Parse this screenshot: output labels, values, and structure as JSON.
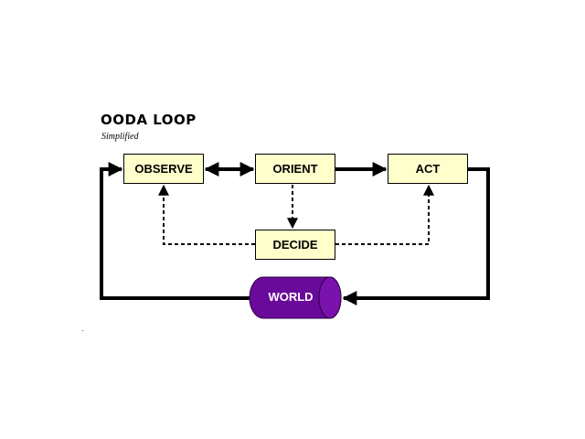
{
  "title": "OODA LOOP",
  "subtitle": "Simplified",
  "nodes": {
    "observe": {
      "label": "OBSERVE"
    },
    "orient": {
      "label": "ORIENT"
    },
    "act": {
      "label": "ACT"
    },
    "decide": {
      "label": "DECIDE"
    },
    "world": {
      "label": "WORLD"
    }
  },
  "edges": [
    {
      "from": "observe",
      "to": "orient",
      "style": "solid",
      "bidirectional": true
    },
    {
      "from": "orient",
      "to": "act",
      "style": "solid",
      "bidirectional": false
    },
    {
      "from": "orient",
      "to": "decide",
      "style": "dashed",
      "bidirectional": false
    },
    {
      "from": "decide",
      "to": "observe",
      "style": "dashed",
      "bidirectional": false
    },
    {
      "from": "decide",
      "to": "act",
      "style": "dashed",
      "bidirectional": false
    },
    {
      "from": "act",
      "to": "world",
      "style": "solid",
      "bidirectional": false
    },
    {
      "from": "world",
      "to": "observe",
      "style": "solid",
      "bidirectional": false
    }
  ],
  "colors": {
    "box_fill": "#ffffcc",
    "world_fill": "#6a0a9a",
    "world_text": "#ffffff",
    "line": "#000000"
  }
}
